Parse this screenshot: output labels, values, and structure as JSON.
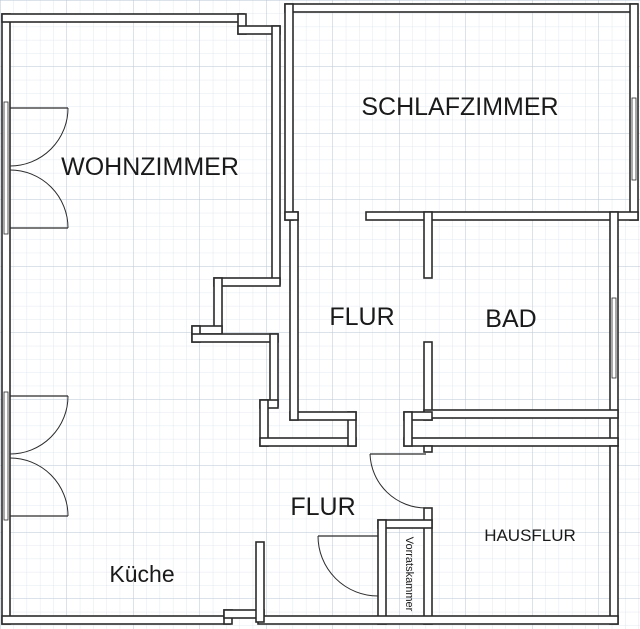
{
  "plan": {
    "rooms": [
      {
        "id": "wohnzimmer",
        "label": "WOHNZIMMER"
      },
      {
        "id": "schlafzimmer",
        "label": "SCHLAFZIMMER"
      },
      {
        "id": "flur-upper",
        "label": "FLUR"
      },
      {
        "id": "bad",
        "label": "BAD"
      },
      {
        "id": "flur-lower",
        "label": "FLUR"
      },
      {
        "id": "hausflur",
        "label": "HAUSFLUR"
      },
      {
        "id": "kueche",
        "label": "Küche"
      },
      {
        "id": "vorratskammer",
        "label": "Vorratskammer"
      }
    ]
  },
  "colors": {
    "grid_minor": "#dbe3ec",
    "grid_major": "#b9c6d4",
    "wall_line": "#2b2b2b",
    "wall_fill": "#ffffff",
    "label": "#1a1a1a"
  }
}
